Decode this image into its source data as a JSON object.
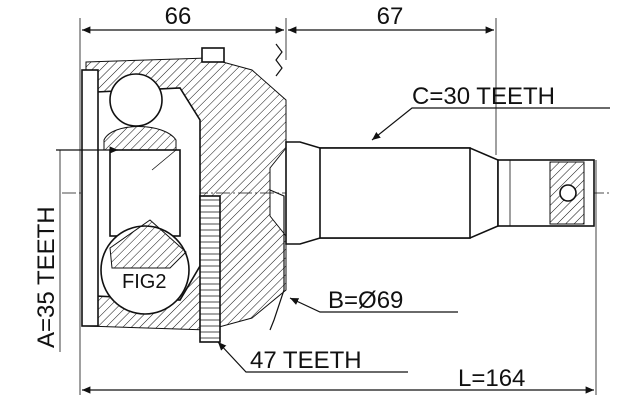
{
  "dimensions": {
    "top_left": "66",
    "top_right": "67",
    "overall_length": "L=164"
  },
  "callouts": {
    "c_teeth": "C=30 TEETH",
    "b_diameter": "B=Ø69",
    "abs_teeth": "47 TEETH",
    "a_teeth": "A=35 TEETH",
    "figure": "FIG2"
  }
}
